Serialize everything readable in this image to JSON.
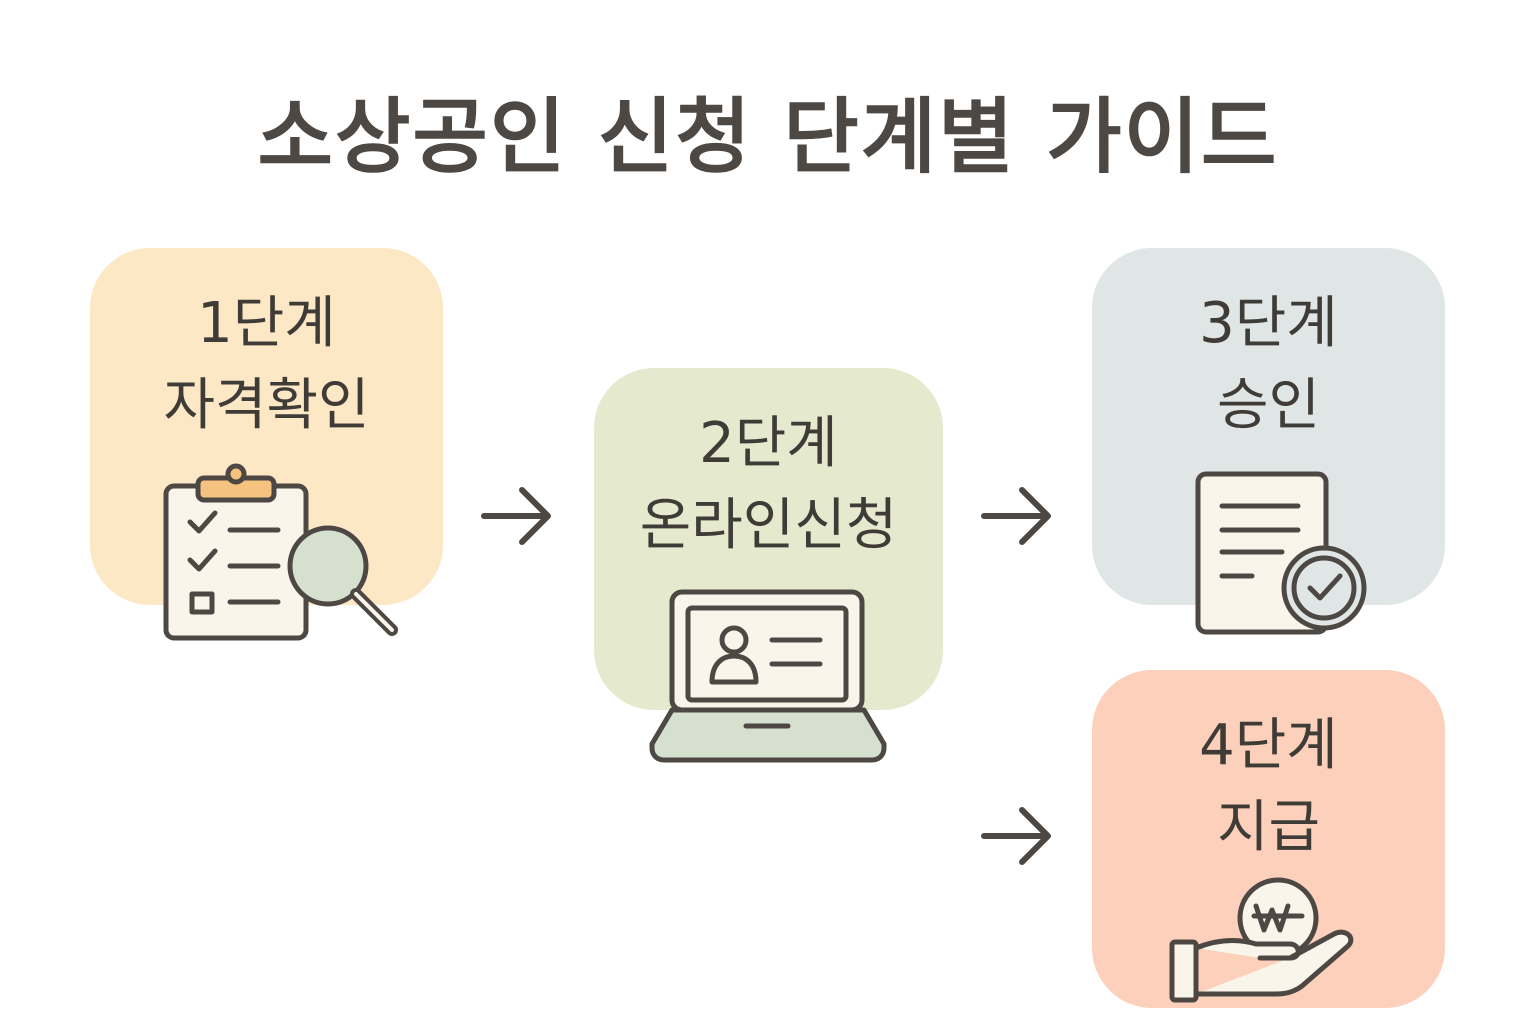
{
  "title": "소상공인 신청 단계별 가이드",
  "colors": {
    "text": "#4d4843",
    "step1": "#fde8c6",
    "step2": "#e5eacf",
    "step3": "#dfe6e5",
    "step4": "#fdd0bc",
    "icon_fill": "#faf5ea",
    "icon_accent": "#d6e0cf",
    "clip_accent": "#f5c37f"
  },
  "steps": [
    {
      "step": "1단계",
      "name": "자격확인",
      "icon": "checklist-magnifier-icon"
    },
    {
      "step": "2단계",
      "name": "온라인신청",
      "icon": "laptop-form-icon"
    },
    {
      "step": "3단계",
      "name": "승인",
      "icon": "approved-document-icon"
    },
    {
      "step": "4단계",
      "name": "지급",
      "icon": "hand-won-coin-icon"
    }
  ]
}
